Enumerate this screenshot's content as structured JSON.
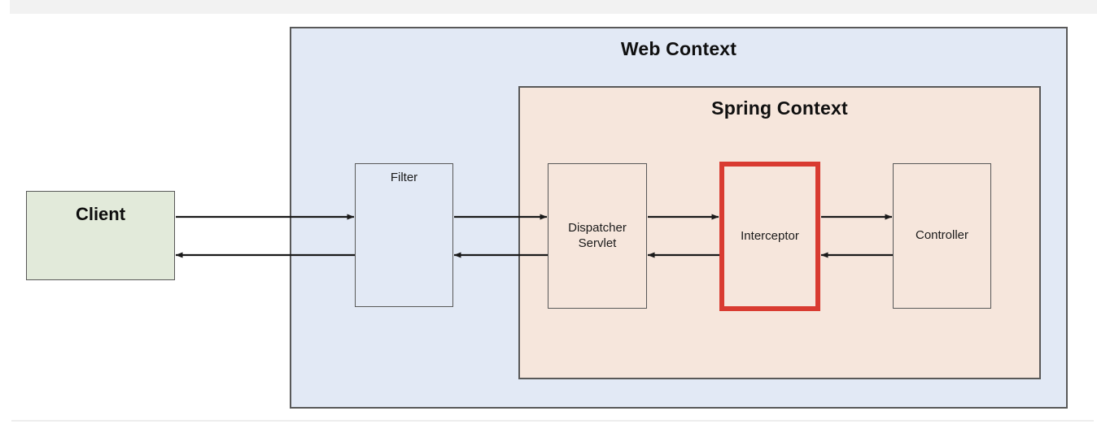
{
  "diagram": {
    "title_bands": {
      "top_band": "",
      "bottom_rule": ""
    },
    "containers": [
      {
        "id": "web-context",
        "title": "Web Context",
        "fill": "#e2e9f5",
        "border": "#595959"
      },
      {
        "id": "spring-context",
        "title": "Spring Context",
        "fill": "#f6e6dc",
        "border": "#595959"
      }
    ],
    "nodes": [
      {
        "id": "client",
        "label": "Client",
        "fill": "#e2eada",
        "border": "#585858",
        "emphasis": false
      },
      {
        "id": "filter",
        "label": "Filter",
        "fill": "#e2e9f5",
        "border": "#585858",
        "emphasis": false
      },
      {
        "id": "dispatcher-servlet",
        "label": "Dispatcher\nServlet",
        "fill": "#f6e6dc",
        "border": "#585858",
        "emphasis": false
      },
      {
        "id": "interceptor",
        "label": "Interceptor",
        "fill": "#f6e6dc",
        "border": "#d93b31",
        "emphasis": true
      },
      {
        "id": "controller",
        "label": "Controller",
        "fill": "#f6e6dc",
        "border": "#585858",
        "emphasis": false
      }
    ],
    "connections": [
      {
        "id": "client-to-filter",
        "from": "client",
        "to": "filter",
        "direction": "forward"
      },
      {
        "id": "filter-to-dispatcher",
        "from": "filter",
        "to": "dispatcher-servlet",
        "direction": "forward"
      },
      {
        "id": "dispatcher-to-interceptor",
        "from": "dispatcher-servlet",
        "to": "interceptor",
        "direction": "forward"
      },
      {
        "id": "interceptor-to-controller",
        "from": "interceptor",
        "to": "controller",
        "direction": "forward"
      },
      {
        "id": "controller-to-interceptor",
        "from": "controller",
        "to": "interceptor",
        "direction": "return"
      },
      {
        "id": "interceptor-to-dispatcher",
        "from": "interceptor",
        "to": "dispatcher-servlet",
        "direction": "return"
      },
      {
        "id": "dispatcher-to-filter",
        "from": "dispatcher-servlet",
        "to": "filter",
        "direction": "return"
      },
      {
        "id": "filter-to-client",
        "from": "filter",
        "to": "client",
        "direction": "return"
      }
    ],
    "colors": {
      "web_context_fill": "#e2e9f5",
      "spring_context_fill": "#f6e6dc",
      "client_fill": "#e2eada",
      "highlight_red": "#d93b31",
      "arrow_stroke": "#1a1a1a",
      "box_border": "#585858",
      "container_border": "#595959"
    }
  }
}
